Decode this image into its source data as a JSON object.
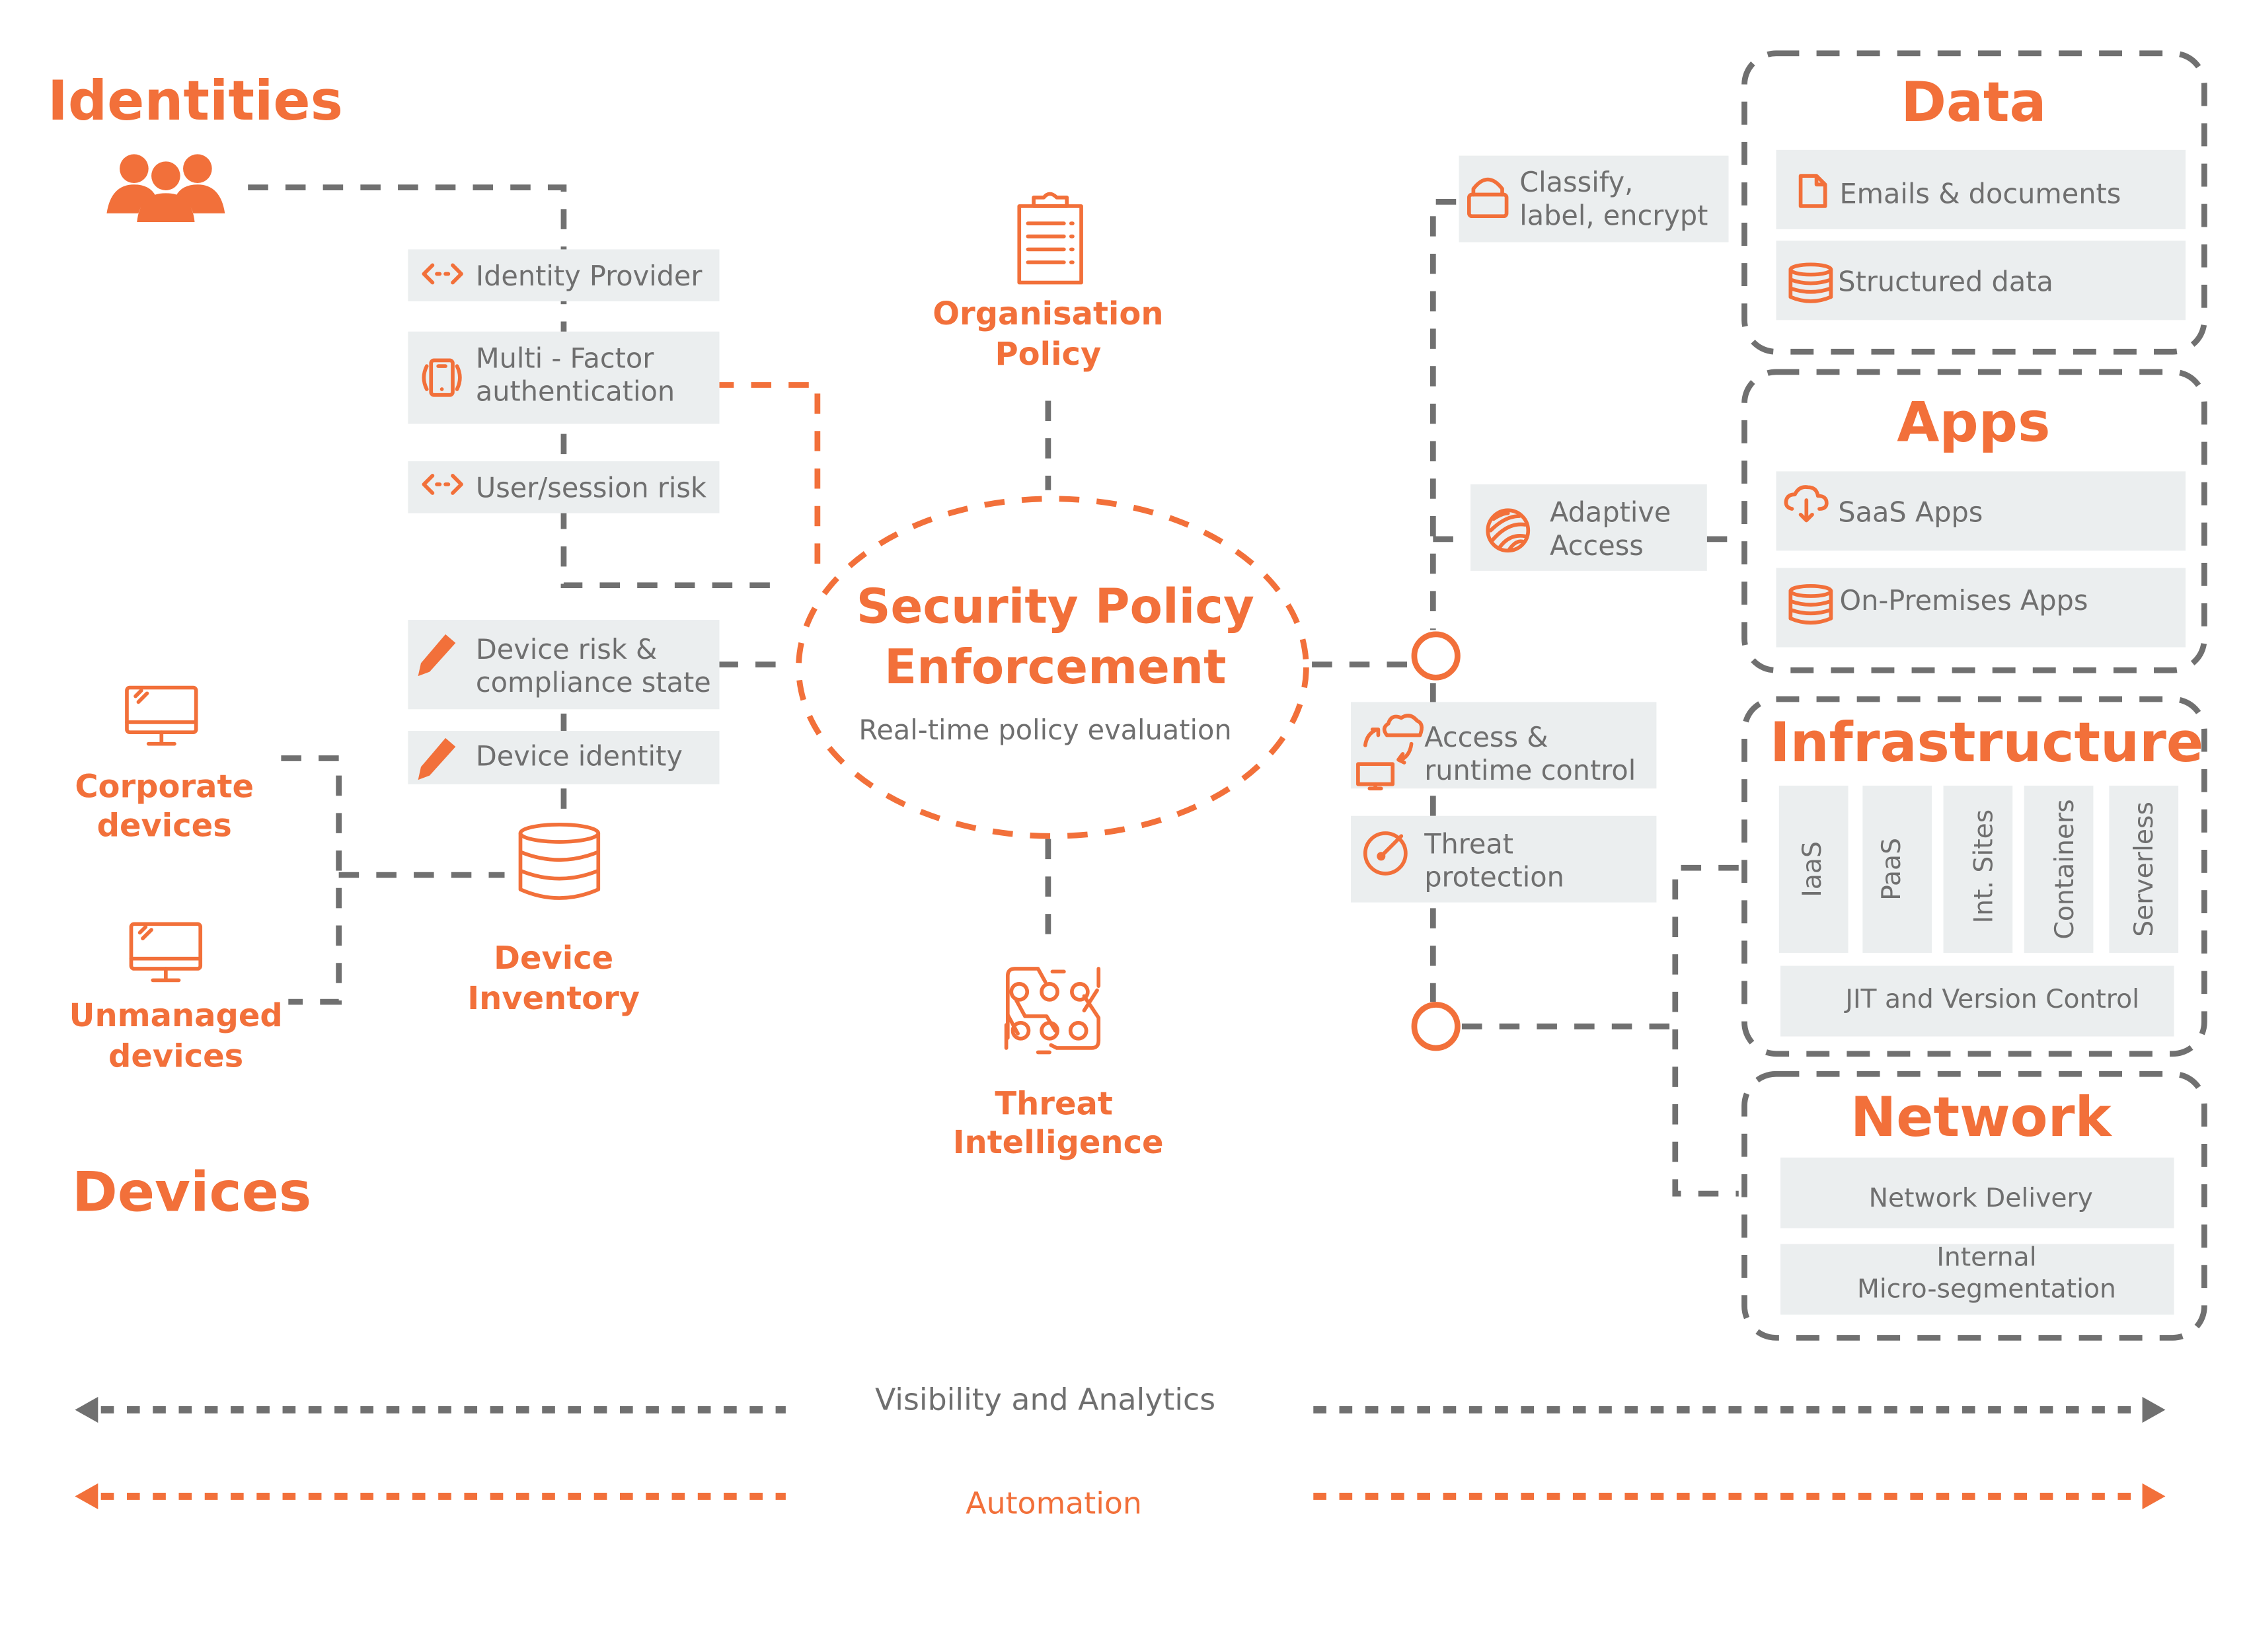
{
  "colors": {
    "accent": "#F2703A",
    "text_gray": "#707070",
    "box_bg": "#EBEEEF"
  },
  "identities": {
    "title": "Identities",
    "icon": "users-icon",
    "items": [
      {
        "icon": "code-arrows-icon",
        "line1": "Identity Provider",
        "line2": ""
      },
      {
        "icon": "phone-vibrate-icon",
        "line1": "Multi - Factor",
        "line2": "authentication"
      },
      {
        "icon": "code-arrows-icon",
        "line1": "User/session risk",
        "line2": ""
      }
    ]
  },
  "devices": {
    "title": "Devices",
    "corporate": {
      "line1": "Corporate",
      "line2": "devices",
      "icon": "monitor-icon"
    },
    "unmanaged": {
      "line1": "Unmanaged",
      "line2": "devices",
      "icon": "monitor-icon"
    },
    "inventory": {
      "line1": "Device",
      "line2": "Inventory",
      "icon": "database-icon"
    },
    "items": [
      {
        "icon": "pencil-icon",
        "line1": "Device risk &",
        "line2": "compliance state"
      },
      {
        "icon": "pencil-icon",
        "line1": "Device identity",
        "line2": ""
      }
    ]
  },
  "center": {
    "policy": {
      "line1": "Organisation",
      "line2": "Policy",
      "icon": "clipboard-icon"
    },
    "enforcement": {
      "line1": "Security Policy",
      "line2": "Enforcement",
      "subtitle": "Real-time policy evaluation"
    },
    "threat_intel": {
      "line1": "Threat",
      "line2": "Intelligence",
      "icon": "circuit-icon"
    }
  },
  "controls": [
    {
      "icon": "lock-icon",
      "line1": "Classify,",
      "line2": "label, encrypt"
    },
    {
      "icon": "fingerprint-icon",
      "line1": "Adaptive",
      "line2": "Access"
    },
    {
      "icon": "cloud-sync-icon",
      "line1": "Access &",
      "line2": "runtime control"
    },
    {
      "icon": "target-icon",
      "line1": "Threat",
      "line2": "protection"
    }
  ],
  "resources": {
    "data": {
      "title": "Data",
      "items": [
        {
          "icon": "document-icon",
          "label": "Emails & documents"
        },
        {
          "icon": "database-icon",
          "label": "Structured data"
        }
      ]
    },
    "apps": {
      "title": "Apps",
      "items": [
        {
          "icon": "cloud-download-icon",
          "label": "SaaS Apps"
        },
        {
          "icon": "database-icon",
          "label": "On-Premises Apps"
        }
      ]
    },
    "infrastructure": {
      "title": "Infrastructure",
      "columns": [
        "IaaS",
        "PaaS",
        "Int. Sites",
        "Containers",
        "Serverless"
      ],
      "footer": "JIT and Version Control"
    },
    "network": {
      "title": "Network",
      "items": [
        {
          "line1": "Network Delivery",
          "line2": ""
        },
        {
          "line1": "Internal",
          "line2": "Micro-segmentation"
        }
      ]
    }
  },
  "footer": {
    "visibility": "Visibility and Analytics",
    "automation": "Automation"
  }
}
